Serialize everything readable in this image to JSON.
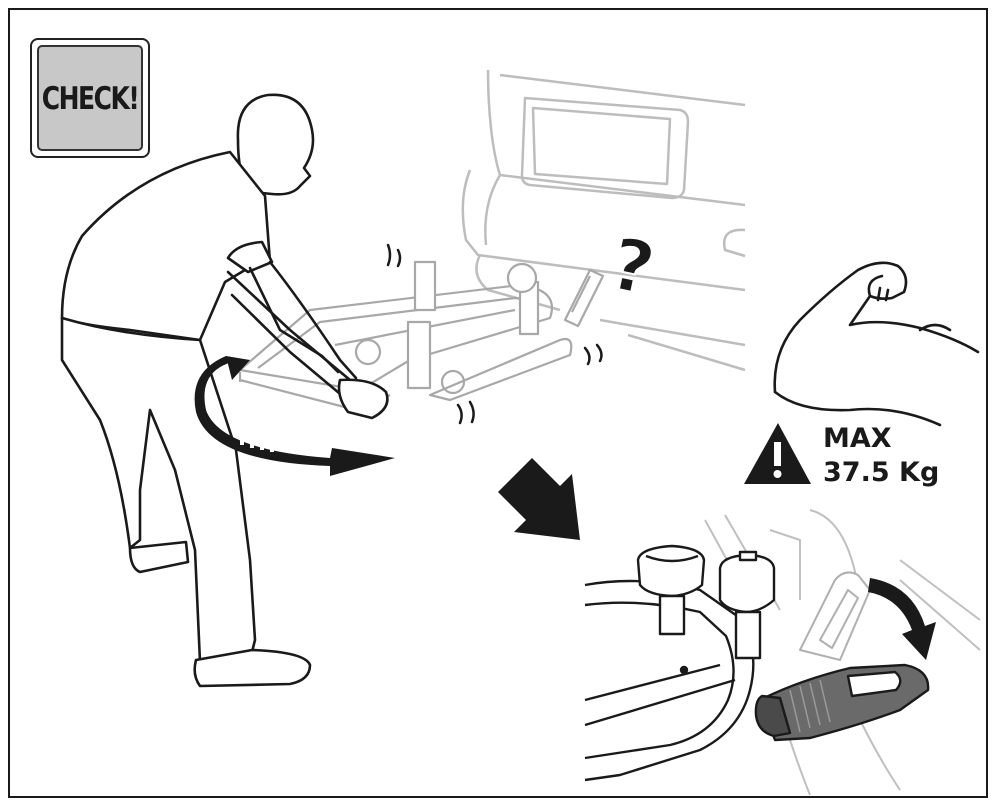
{
  "badge": {
    "label": "CHECK!"
  },
  "question_mark": "?",
  "warning": {
    "max_label": "MAX",
    "weight": "37.5 Kg"
  },
  "colors": {
    "line": "#1a1a1a",
    "ghost": "#bdbdbd",
    "badge_fill": "#c8c8c8",
    "lever_fill": "#6a6a6a"
  }
}
